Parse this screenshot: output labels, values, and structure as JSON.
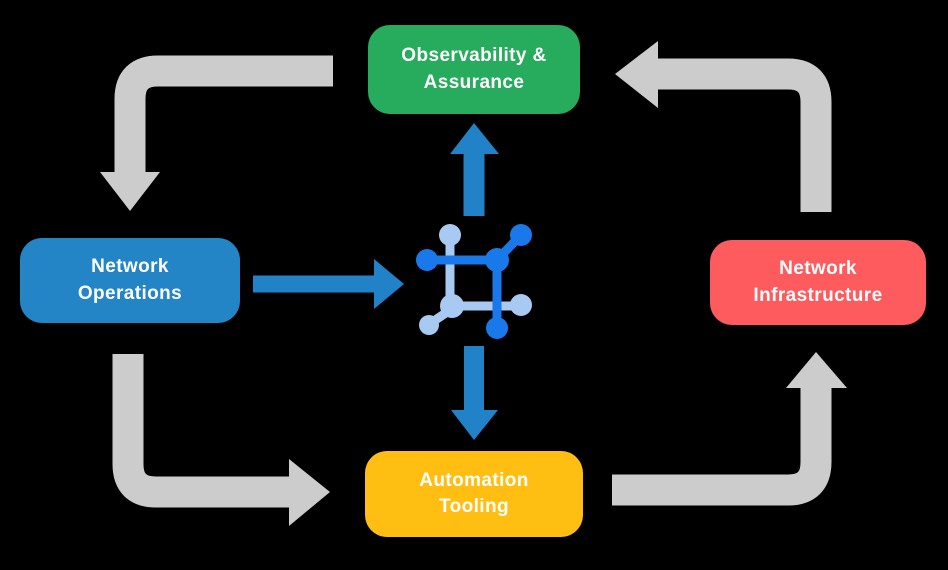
{
  "diagram": {
    "background_color": "#000000",
    "nodes": {
      "observability": {
        "line1": "Observability &",
        "line2": "Assurance",
        "color": "#27AB5C"
      },
      "network_operations": {
        "line1": "Network",
        "line2": "Operations",
        "color": "#2385C6"
      },
      "network_infrastructure": {
        "line1": "Network",
        "line2": "Infrastructure",
        "color": "#FD5B5E"
      },
      "automation_tooling": {
        "line1": "Automation",
        "line2": "Tooling",
        "color": "#FFBE11"
      }
    },
    "center_icon": {
      "name": "network-automation-icon",
      "dark_color": "#1A79EA",
      "light_color": "#A8CAF2"
    },
    "arrows": {
      "cycle_color": "#CCCCCC",
      "flow_color": "#2182C8",
      "cycle": [
        {
          "from": "observability",
          "to": "network_operations"
        },
        {
          "from": "network_operations",
          "to": "automation_tooling"
        },
        {
          "from": "automation_tooling",
          "to": "network_infrastructure"
        },
        {
          "from": "network_infrastructure",
          "to": "observability"
        }
      ],
      "flow": [
        {
          "from": "network_operations",
          "to": "center_icon"
        },
        {
          "from": "center_icon",
          "to": "observability"
        },
        {
          "from": "center_icon",
          "to": "automation_tooling"
        }
      ]
    }
  }
}
